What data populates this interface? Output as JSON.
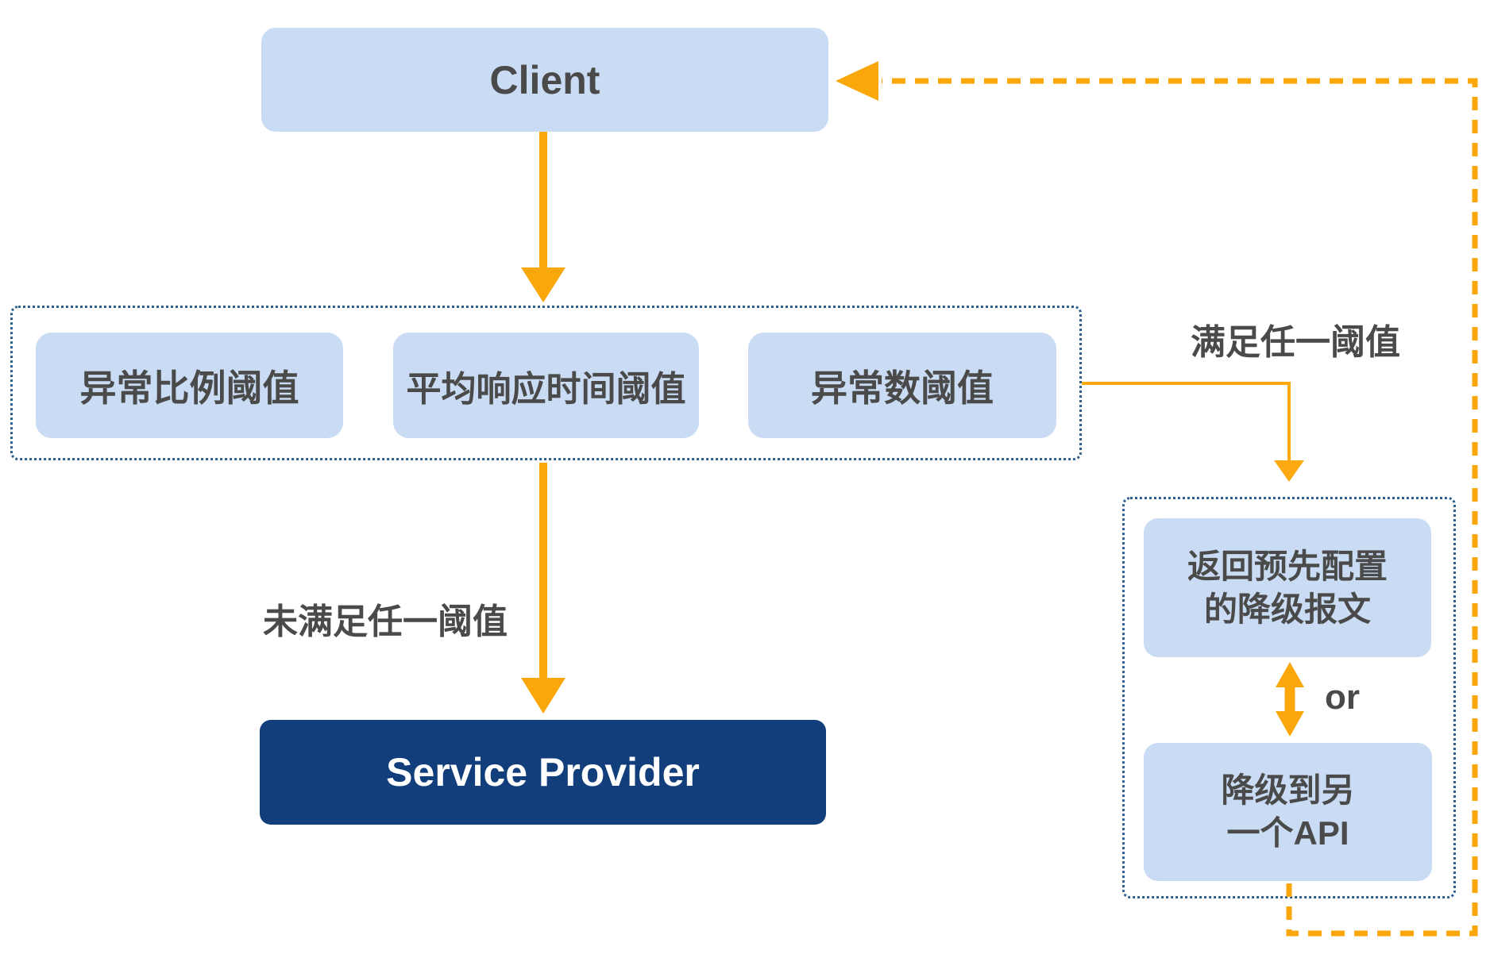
{
  "nodes": {
    "client": {
      "label": "Client"
    },
    "service_provider": {
      "label": "Service Provider"
    },
    "threshold_exception_ratio": {
      "label": "异常比例阈值"
    },
    "threshold_avg_response_time": {
      "label": "平均响应时间阈值"
    },
    "threshold_exception_count": {
      "label": "异常数阈值"
    },
    "fallback_return_message": {
      "label": "返回预先配置\n的降级报文"
    },
    "fallback_another_api": {
      "label": "降级到另\n一个API"
    }
  },
  "edge_labels": {
    "meets_any_threshold": "满足任一阈值",
    "not_meets_any_threshold": "未满足任一阈值",
    "or": "or"
  },
  "colors": {
    "node_fill_light_blue": "#C9DCF3",
    "node_fill_navy": "#123F7B",
    "arrow_orange": "#F9A70B",
    "thin_arrow_orange": "#FCA912",
    "container_border_blue": "#2D5F8E",
    "text_dark_gray": "#4A4A4A",
    "text_white": "#FFFFFF"
  }
}
